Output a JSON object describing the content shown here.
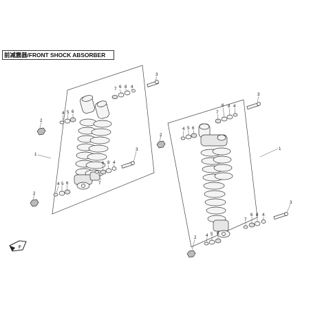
{
  "sheet": {
    "title": "前减震器/FRONT SHOCK ABSORBER",
    "fwd_badge": "F"
  },
  "left_assembly": {
    "callouts": {
      "assembly": "1",
      "nut_top": "2",
      "nut_bottom": "2",
      "bolt_top": "3",
      "bolt_bottom": "3",
      "upper_outer": [
        "4",
        "5",
        "6"
      ],
      "upper_inner": [
        "7",
        "6",
        "8",
        "4"
      ],
      "lower_outer": [
        "4",
        "5",
        "6"
      ],
      "lower_inner": [
        "6",
        "8",
        "4",
        "7"
      ]
    }
  },
  "right_assembly": {
    "callouts": {
      "assembly": "1",
      "nut_top": "2",
      "nut_bottom": "2",
      "bolt_top": "3",
      "bolt_bottom": "3",
      "upper_outer": [
        "4",
        "5",
        "6"
      ],
      "upper_inner": [
        "7",
        "6",
        "8",
        "4"
      ],
      "lower_outer": [
        "4",
        "5",
        "6"
      ],
      "lower_inner": [
        "7",
        "6",
        "8",
        "4"
      ]
    }
  },
  "colors": {
    "line": "#333333",
    "part_fill": "#f4f4f4",
    "shade": "#cfcfcf",
    "nut_fill": "#bbbbbb"
  }
}
